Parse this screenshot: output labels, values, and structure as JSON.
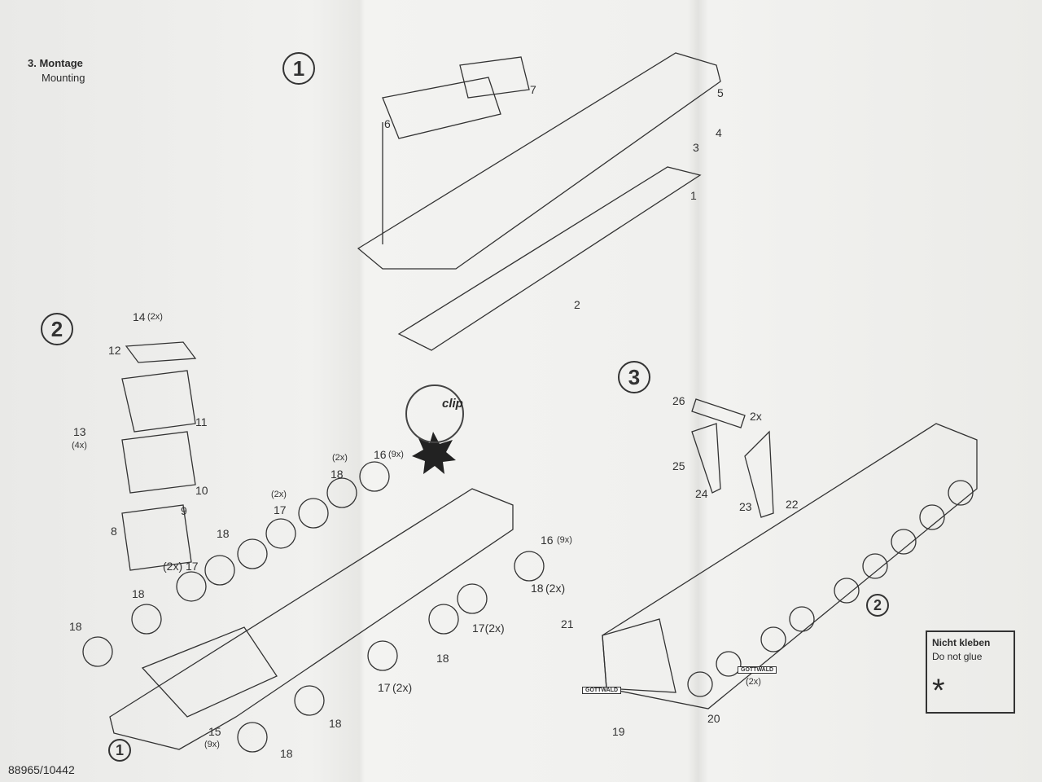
{
  "header": {
    "title": "3. Montage",
    "subtitle": "Mounting"
  },
  "doc_number": "88965/10442",
  "steps": [
    "1",
    "2",
    "3",
    "1",
    "2"
  ],
  "parts": [
    "7",
    "5",
    "6",
    "4",
    "3",
    "1",
    "2",
    "14",
    "(2x)",
    "12",
    "11",
    "13",
    "(4x)",
    "10",
    "9",
    "8",
    "(2x)",
    "16",
    "(9x)",
    "18",
    "(2x)",
    "17",
    "18",
    "(2x) 17",
    "18",
    "18",
    "16",
    "(9x)",
    "18",
    "(2x)",
    "17(2x)",
    "18",
    "17",
    "(2x)",
    "18",
    "15",
    "(9x)",
    "18",
    "26",
    "2x",
    "25",
    "24",
    "23",
    "22",
    "21",
    "20",
    "19",
    "(2x)"
  ],
  "clip_label": "clip",
  "brand_tags": [
    "GOTTWALD",
    "GOTTWALD"
  ],
  "note": {
    "title": "Nicht kleben",
    "subtitle": "Do not glue"
  }
}
